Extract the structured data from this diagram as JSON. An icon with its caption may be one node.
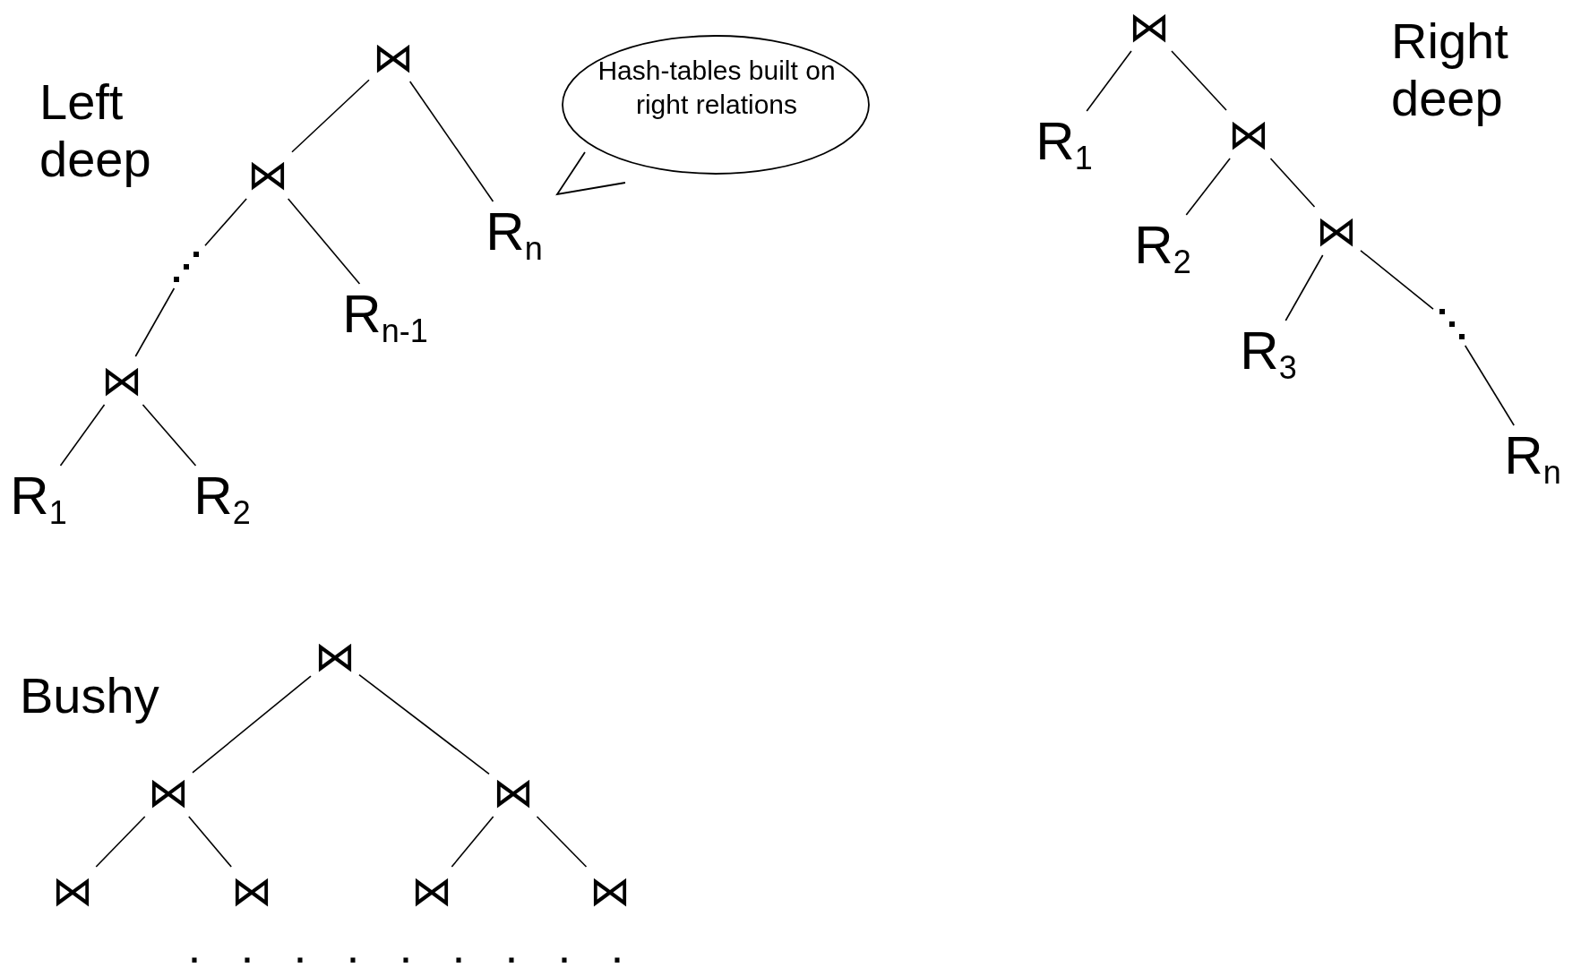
{
  "diagram": {
    "nodes": [
      {
        "text": [
          "⋈"
        ]
      },
      {
        "text": [
          "Hash-tables built on right relations"
        ]
      },
      {
        "text": [
          "⋈"
        ]
      },
      {
        "text": [
          "R$_{n}$"
        ]
      },
      {
        "text": [],
        "shape": "dots"
      },
      {
        "text": [
          "R$_{n-1}$"
        ]
      },
      {
        "text": [
          "⋈"
        ]
      },
      {
        "text": [
          "R$_{1}$"
        ]
      },
      {
        "text": [
          "R$_{2}$"
        ]
      },
      {
        "text": [
          "⋈"
        ]
      },
      {
        "text": [
          "R$_{1}$"
        ]
      },
      {
        "text": [
          "⋈"
        ]
      },
      {
        "text": [
          "R$_{2}$"
        ]
      },
      {
        "text": [
          "⋈"
        ]
      },
      {
        "text": [
          "R$_{3}$"
        ]
      },
      {
        "text": [],
        "shape": "dots"
      },
      {
        "text": [
          "R$_{n}$"
        ]
      },
      {
        "text": [
          "⋈"
        ]
      },
      {
        "text": [
          "⋈"
        ]
      },
      {
        "text": [
          "⋈"
        ]
      },
      {
        "text": [
          "⋈"
        ]
      },
      {
        "text": [
          "⋈"
        ]
      },
      {
        "text": [
          "⋈"
        ]
      },
      {
        "text": [
          "⋈"
        ]
      }
    ],
    "edges": [
      {
        "from": 0,
        "to": 2,
        "arrow": "none"
      },
      {
        "from": 0,
        "to": 3,
        "arrow": "none"
      },
      {
        "from": 2,
        "to": 4,
        "arrow": "none"
      },
      {
        "from": 2,
        "to": 5,
        "arrow": "none"
      },
      {
        "from": 4,
        "to": 6,
        "arrow": "none"
      },
      {
        "from": 6,
        "to": 7,
        "arrow": "none"
      },
      {
        "from": 6,
        "to": 8,
        "arrow": "none"
      },
      {
        "from": 9,
        "to": 10,
        "arrow": "none"
      },
      {
        "from": 9,
        "to": 11,
        "arrow": "none"
      },
      {
        "from": 11,
        "to": 12,
        "arrow": "none"
      },
      {
        "from": 11,
        "to": 13,
        "arrow": "none"
      },
      {
        "from": 13,
        "to": 14,
        "arrow": "none"
      },
      {
        "from": 13,
        "to": 15,
        "arrow": "none"
      },
      {
        "from": 15,
        "to": 16,
        "arrow": "none"
      },
      {
        "from": 17,
        "to": 18,
        "arrow": "none"
      },
      {
        "from": 17,
        "to": 19,
        "arrow": "none"
      },
      {
        "from": 18,
        "to": 20,
        "arrow": "none"
      },
      {
        "from": 18,
        "to": 21,
        "arrow": "none"
      },
      {
        "from": 19,
        "to": 22,
        "arrow": "none"
      },
      {
        "from": 19,
        "to": 23,
        "arrow": "none"
      }
    ],
    "labels": [
      "Left deep",
      "Right deep",
      "Bushy",
      ". . . . . . . . ."
    ]
  }
}
